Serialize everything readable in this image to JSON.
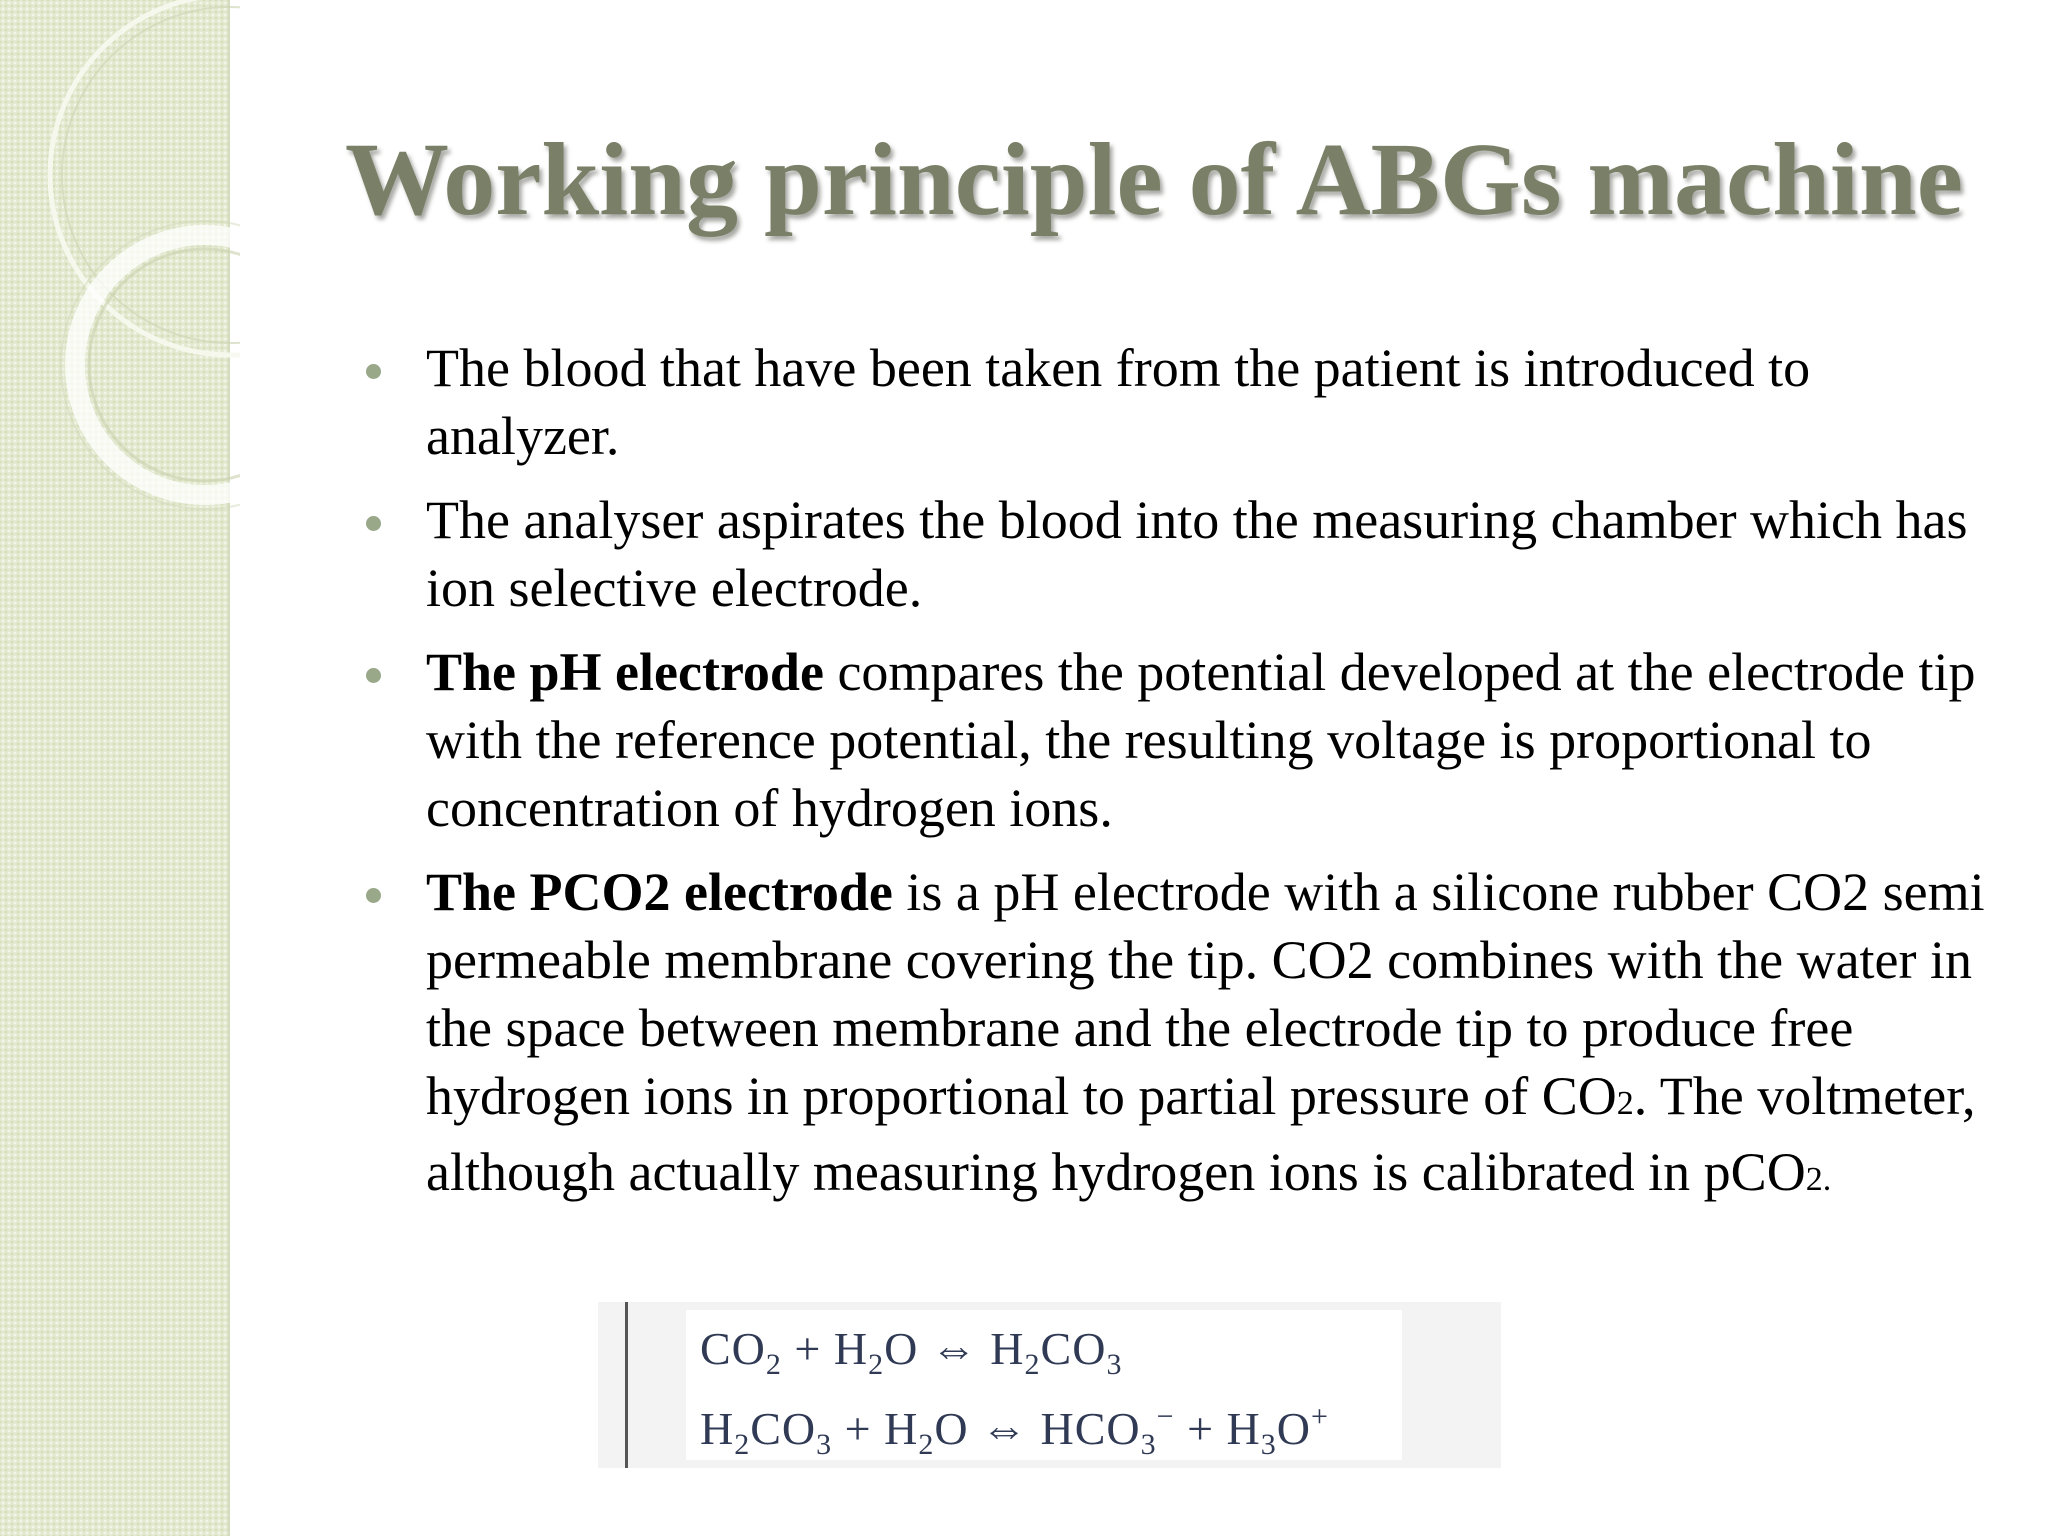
{
  "slide": {
    "title": "Working principle of ABGs machine",
    "bullets": [
      {
        "text": "The blood that have been taken from the patient is introduced to analyzer."
      },
      {
        "text": "The analyser aspirates the blood into the measuring chamber which has ion selective electrode."
      },
      {
        "bold": "The pH electrode",
        "text": " compares the potential developed at the electrode tip with the reference potential, the resulting voltage is proportional to concentration of hydrogen ions."
      },
      {
        "bold": "The PCO2  electrode",
        "text": " is a pH electrode with a silicone rubber CO2 semi permeable membrane covering the tip. CO2  combines with the water in the space between membrane and the electrode tip to produce free hydrogen ions in proportional to partial pressure of CO",
        "sub1": "2",
        "text2": ". The voltmeter,  although actually measuring hydrogen ions is calibrated in pCO",
        "sub2": "2."
      }
    ],
    "equations": {
      "line1": {
        "t1": "CO",
        "s1": "2",
        "t2": " + H",
        "s2": "2",
        "t3": "O ⇔ H",
        "s3": "2",
        "t4": "CO",
        "s4": "3"
      },
      "line2": {
        "t1": "H",
        "s1": "2",
        "t2": "CO",
        "s2": "3",
        "t3": " + H",
        "s3": "2",
        "t4": "O ⇔ HCO",
        "s4": "3",
        "sup4": "−",
        "t5": " + H",
        "s5": "3",
        "t6": "O",
        "sup6": "+"
      }
    },
    "colors": {
      "title": "#7a8067",
      "bullet": "#9aa88a",
      "side_strip": "#e3e9cf",
      "equation_text": "#303a55"
    }
  }
}
